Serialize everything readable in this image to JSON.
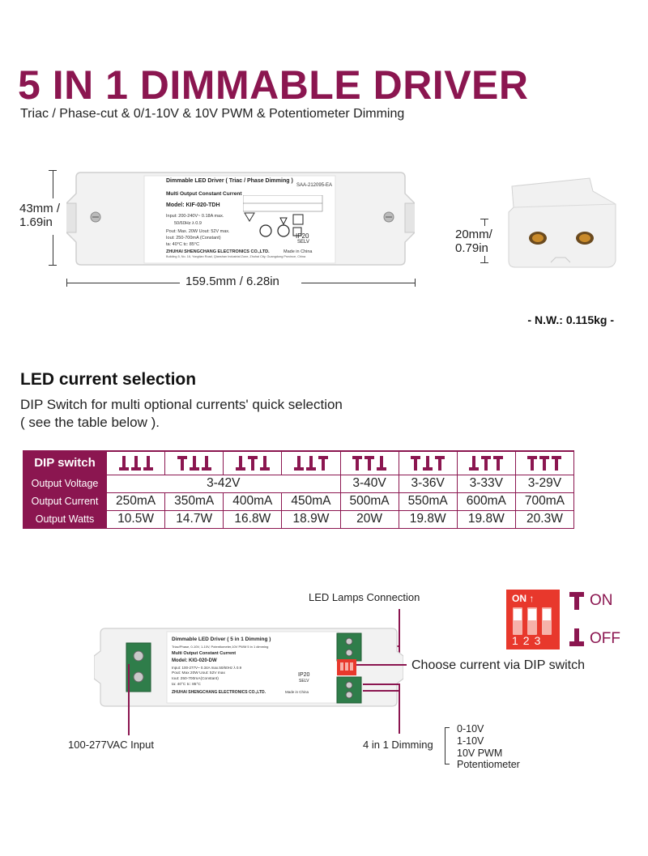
{
  "header": {
    "title": "5 IN 1 DIMMABLE DRIVER",
    "subtitle": "Triac / Phase-cut & 0/1-10V & 10V PWM & Potentiometer Dimming"
  },
  "dimensions": {
    "height": "43mm /\n1.69in",
    "length": "159.5mm / 6.28in",
    "depth": "20mm/\n0.79in"
  },
  "driver_label_top": {
    "line1": "Dimmable LED Driver ( Triac / Phase Dimming )",
    "code": "SAA-212095-EA",
    "line2": "Multi Output Constant Current",
    "model": "Model: KIF-020-TDH",
    "input": "Input: 200-240V~ 0.18A max.",
    "freq": "50/60Hz λ 0.9",
    "pout": "Pout: Max. 20W  Uout: 52V max.",
    "iout": "Iout: 250-700mA (Constant)",
    "temp": "ta: 40°C   tc: 85°C",
    "maker": "ZHUHAI  SHENGCHANG ELECTRONICS CO.,LTD.",
    "origin": "Made in China",
    "ip": "IP20",
    "selv": "SELV",
    "address": "Building 5, No. 16, Yongtian Road, Qianshan Industrial Zone, Zhuhai City, Guangdong Province, China"
  },
  "weight": "- N.W.: 0.115kg -",
  "led_section": {
    "title": "LED current selection",
    "desc_line1": "DIP Switch for multi optional currents' quick selection",
    "desc_line2": "( see the table below )."
  },
  "dip_table": {
    "row_labels": [
      "DIP switch",
      "Output Voltage",
      "Output Current",
      "Output Watts"
    ],
    "switch_states": [
      [
        "off",
        "off",
        "off"
      ],
      [
        "on",
        "off",
        "off"
      ],
      [
        "off",
        "on",
        "off"
      ],
      [
        "off",
        "off",
        "on"
      ],
      [
        "on",
        "on",
        "off"
      ],
      [
        "on",
        "off",
        "on"
      ],
      [
        "off",
        "on",
        "on"
      ],
      [
        "on",
        "on",
        "on"
      ]
    ],
    "voltages": [
      {
        "value": "3-42V",
        "span": 4
      },
      {
        "value": "3-40V",
        "span": 1
      },
      {
        "value": "3-36V",
        "span": 1
      },
      {
        "value": "3-33V",
        "span": 1
      },
      {
        "value": "3-29V",
        "span": 1
      }
    ],
    "currents": [
      "250mA",
      "350mA",
      "400mA",
      "450mA",
      "500mA",
      "550mA",
      "600mA",
      "700mA"
    ],
    "watts": [
      "10.5W",
      "14.7W",
      "16.8W",
      "18.9W",
      "20W",
      "19.8W",
      "19.8W",
      "20.3W"
    ]
  },
  "wiring": {
    "led_lamps": "LED Lamps Connection",
    "choose_current": "Choose current via DIP switch",
    "ac_input": "100-277VAC Input",
    "dimming": "4 in 1 Dimming",
    "dimming_modes": [
      "0-10V",
      "1-10V",
      "10V PWM",
      "Potentiometer"
    ],
    "dip_on": "ON",
    "dip_numbers": "123",
    "on_label": "ON",
    "off_label": "OFF"
  },
  "driver_label_bottom": {
    "line1": "Dimmable LED Driver ( 5 in 1 Dimming )",
    "line1b": "Triac/Phase, 0-10V, 1-10V, Potentiometer,10V PWM 5 in 1 dimming",
    "line2": "Multi Output Constant Current",
    "model": "Model: KIG-020-DW",
    "input": "Input: 100-277V~ 0.34A max.50/60Hz λ 0.9",
    "pout": "Pout: Max 20W  Uout: 52V max",
    "iout": "Iout: 250-700mA(Constant)",
    "temp": "ta: 40°C   tc: 85°C",
    "maker": "ZHUHAI  SHENGCHANG ELECTRONICS CO.,LTD.",
    "origin": "Made in China",
    "ip": "IP20",
    "selv": "SELV"
  },
  "colors": {
    "brand": "#8b1650",
    "dip_red": "#e8382c",
    "terminal_green": "#2f7d4a"
  }
}
